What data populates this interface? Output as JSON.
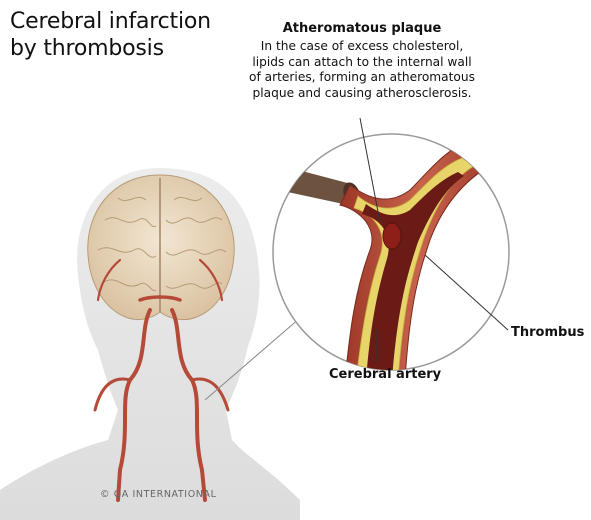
{
  "title": {
    "line1": "Cerebral infarction",
    "line2": "by thrombosis"
  },
  "plaque": {
    "title": "Atheromatous plaque",
    "description": "In the case of excess cholesterol,\nlipids can attach to the internal wall\nof arteries, forming an atheromatous\nplaque and causing atherosclerosis."
  },
  "labels": {
    "thrombus": "Thrombus",
    "artery": "Cerebral artery"
  },
  "copyright": "© QA INTERNATIONAL",
  "colors": {
    "skin": "#e6e6e6",
    "brain": "#ecdcc5",
    "artery": "#b54a38",
    "plaque": "#e8d56a",
    "lumen": "#6b1b15"
  }
}
